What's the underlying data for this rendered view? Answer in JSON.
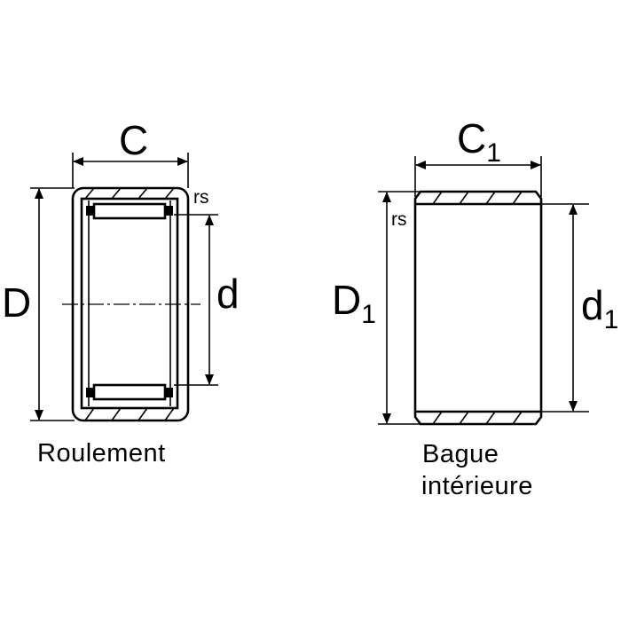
{
  "bearing": {
    "width_label": "C",
    "outer_diameter_label": "D",
    "bore_label": "d",
    "chamfer_label": "rs",
    "caption": "Roulement"
  },
  "inner_ring": {
    "width_label_main": "C",
    "width_label_sub": "1",
    "outer_diameter_label_main": "D",
    "outer_diameter_label_sub": "1",
    "bore_label_main": "d",
    "bore_label_sub": "1",
    "chamfer_label": "rs",
    "caption_line1": "Bague",
    "caption_line2": "intérieure"
  }
}
